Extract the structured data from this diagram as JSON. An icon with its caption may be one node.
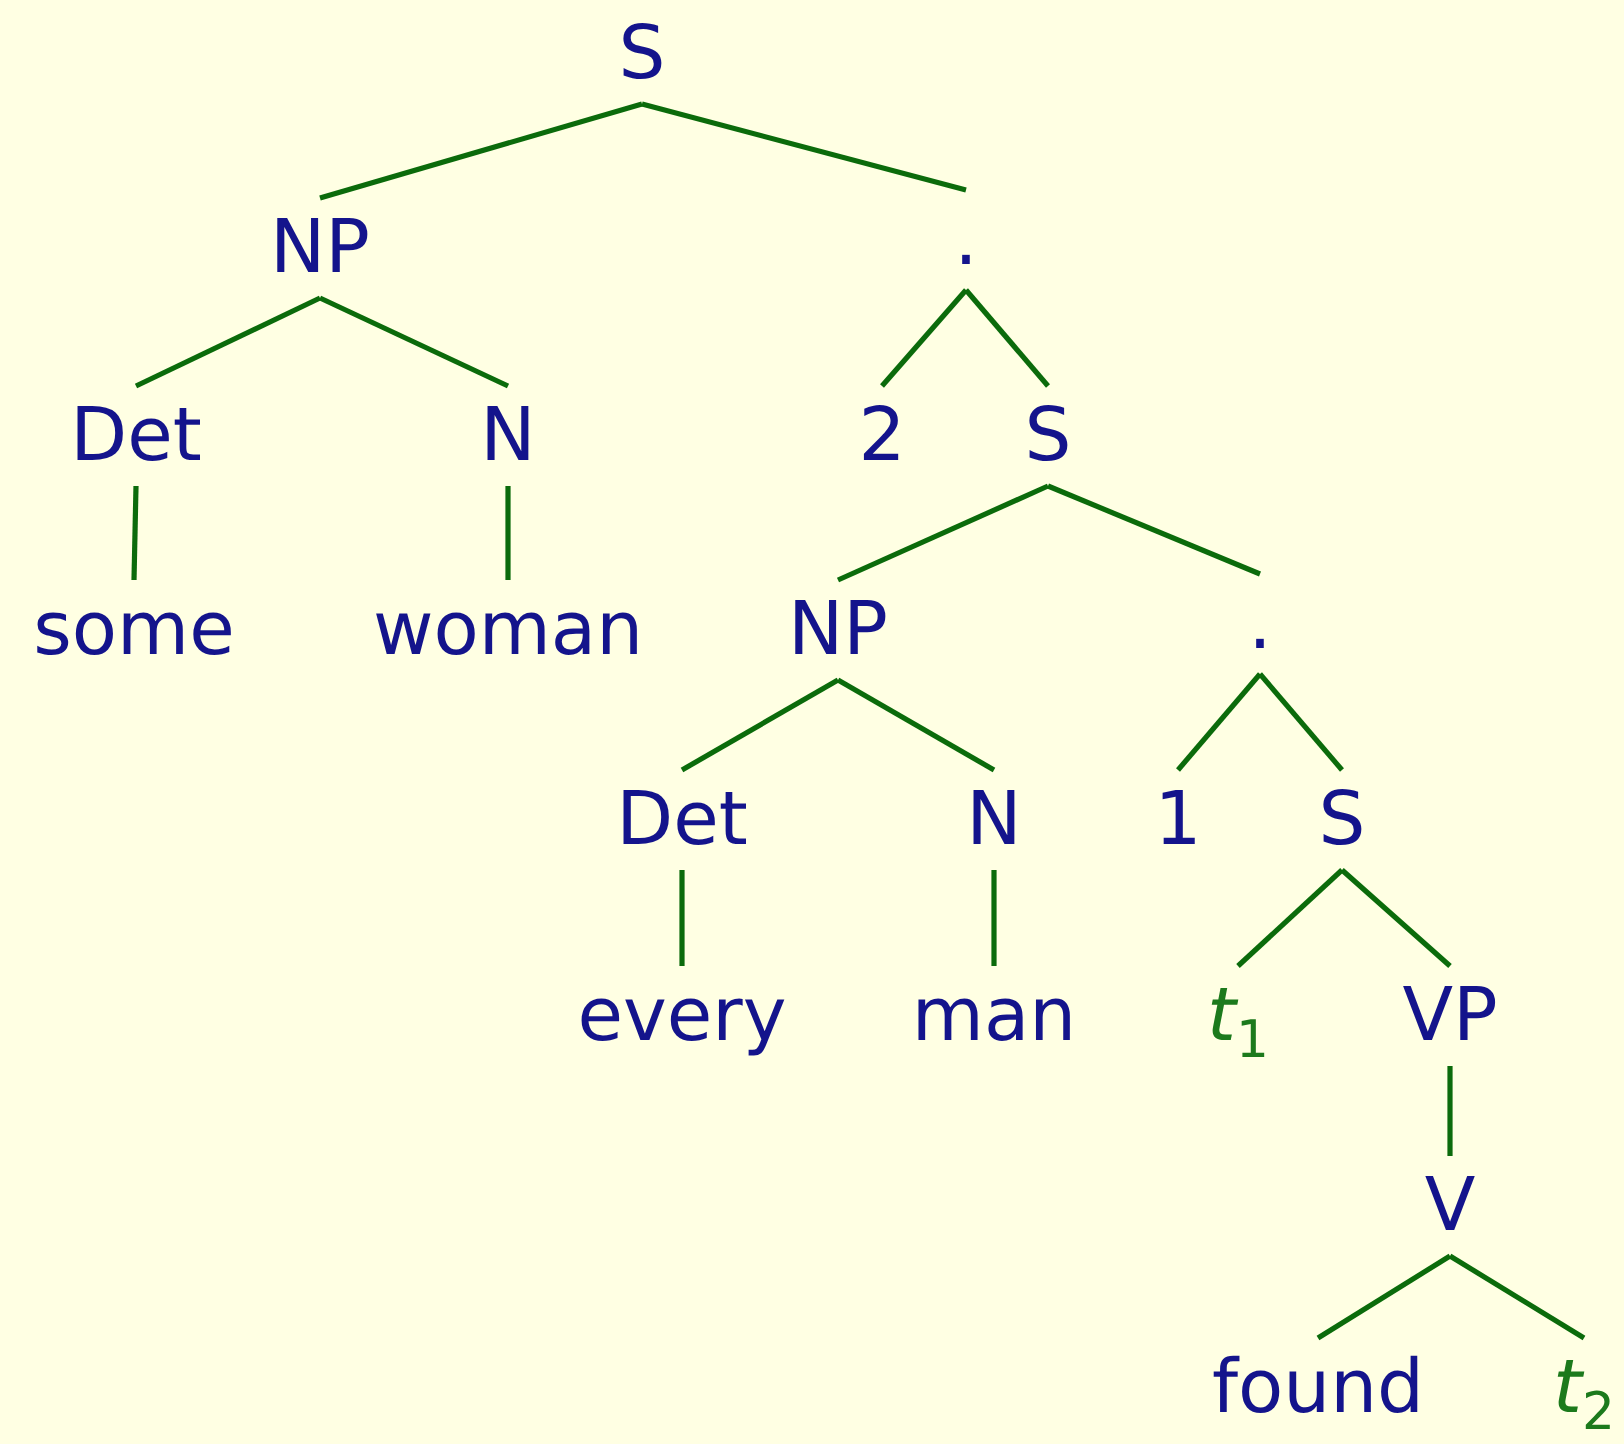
{
  "diagram": {
    "nodes": [
      {
        "text": [
          "S"
        ]
      },
      {
        "text": [
          "NP"
        ]
      },
      {
        "text": [
          "."
        ]
      },
      {
        "text": [
          "Det"
        ]
      },
      {
        "text": [
          "N"
        ]
      },
      {
        "text": [
          "some"
        ]
      },
      {
        "text": [
          "woman"
        ]
      },
      {
        "text": [
          "2"
        ]
      },
      {
        "text": [
          "S"
        ]
      },
      {
        "text": [
          "NP"
        ]
      },
      {
        "text": [
          "."
        ]
      },
      {
        "text": [
          "Det"
        ]
      },
      {
        "text": [
          "N"
        ]
      },
      {
        "text": [
          "every"
        ]
      },
      {
        "text": [
          "man"
        ]
      },
      {
        "text": [
          "1"
        ]
      },
      {
        "text": [
          "S"
        ]
      },
      {
        "text": [
          "*t*$_{1}$"
        ]
      },
      {
        "text": [
          "VP"
        ]
      },
      {
        "text": [
          "V"
        ]
      },
      {
        "text": [
          "found"
        ]
      },
      {
        "text": [
          "*t*$_{2}$"
        ]
      }
    ],
    "edges": [
      {
        "from": 0,
        "to": 1,
        "arrow": "none"
      },
      {
        "from": 0,
        "to": 2,
        "arrow": "none"
      },
      {
        "from": 1,
        "to": 3,
        "arrow": "none"
      },
      {
        "from": 1,
        "to": 4,
        "arrow": "none"
      },
      {
        "from": 3,
        "to": 5,
        "arrow": "none"
      },
      {
        "from": 4,
        "to": 6,
        "arrow": "none"
      },
      {
        "from": 2,
        "to": 7,
        "arrow": "none"
      },
      {
        "from": 2,
        "to": 8,
        "arrow": "none"
      },
      {
        "from": 8,
        "to": 9,
        "arrow": "none"
      },
      {
        "from": 8,
        "to": 10,
        "arrow": "none"
      },
      {
        "from": 9,
        "to": 11,
        "arrow": "none"
      },
      {
        "from": 9,
        "to": 12,
        "arrow": "none"
      },
      {
        "from": 11,
        "to": 13,
        "arrow": "none"
      },
      {
        "from": 12,
        "to": 14,
        "arrow": "none"
      },
      {
        "from": 10,
        "to": 15,
        "arrow": "none"
      },
      {
        "from": 10,
        "to": 16,
        "arrow": "none"
      },
      {
        "from": 16,
        "to": 17,
        "arrow": "none"
      },
      {
        "from": 16,
        "to": 18,
        "arrow": "none"
      },
      {
        "from": 18,
        "to": 19,
        "arrow": "none"
      },
      {
        "from": 19,
        "to": 20,
        "arrow": "none"
      },
      {
        "from": 19,
        "to": 21,
        "arrow": "none"
      }
    ]
  }
}
